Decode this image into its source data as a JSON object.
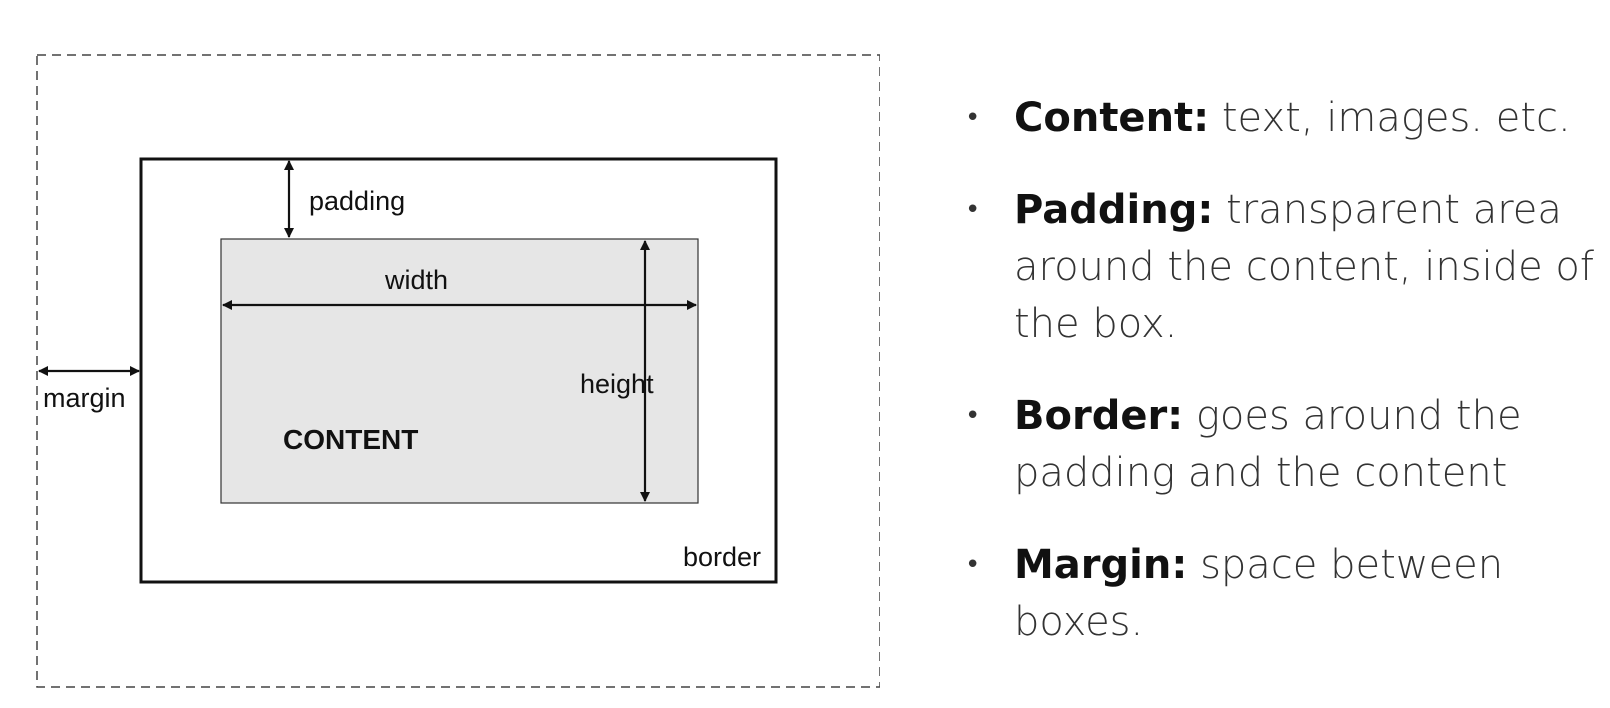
{
  "diagram": {
    "labels": {
      "padding": "padding",
      "width": "width",
      "height": "height",
      "margin": "margin",
      "content": "CONTENT",
      "border": "border"
    },
    "colors": {
      "content_fill": "#e6e6e6",
      "line": "#111111"
    }
  },
  "bullets": [
    {
      "term": "Content:",
      "text": "text, images. etc."
    },
    {
      "term": "Padding:",
      "text": "transparent area around the content, inside of the box."
    },
    {
      "term": "Border:",
      "text": "goes around the padding and the content"
    },
    {
      "term": "Margin:",
      "text": "space between boxes."
    }
  ]
}
